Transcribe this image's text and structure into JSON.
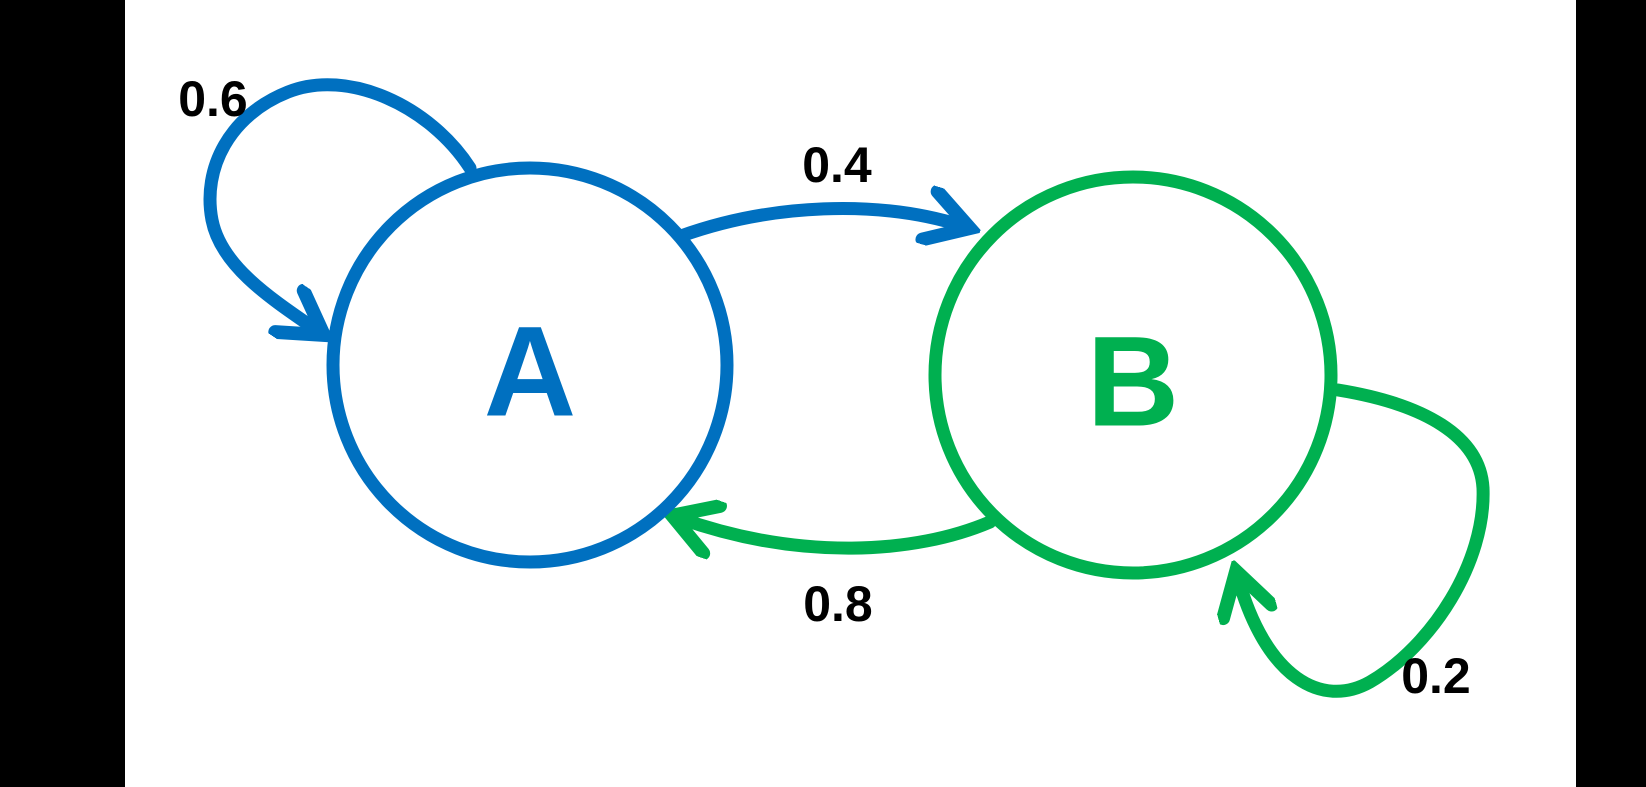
{
  "scene": {
    "letterbox_color": "#000000",
    "canvas_color": "#FFFFFF"
  },
  "diagram": {
    "type": "markov-chain-state-diagram",
    "label_color": "#000000",
    "states": [
      {
        "id": "A",
        "label": "A",
        "color": "#0070C0"
      },
      {
        "id": "B",
        "label": "B",
        "color": "#00B050"
      }
    ],
    "transitions": [
      {
        "from": "A",
        "to": "A",
        "label": "0.6",
        "color": "#0070C0"
      },
      {
        "from": "A",
        "to": "B",
        "label": "0.4",
        "color": "#0070C0"
      },
      {
        "from": "B",
        "to": "A",
        "label": "0.8",
        "color": "#00B050"
      },
      {
        "from": "B",
        "to": "B",
        "label": "0.2",
        "color": "#00B050"
      }
    ]
  }
}
